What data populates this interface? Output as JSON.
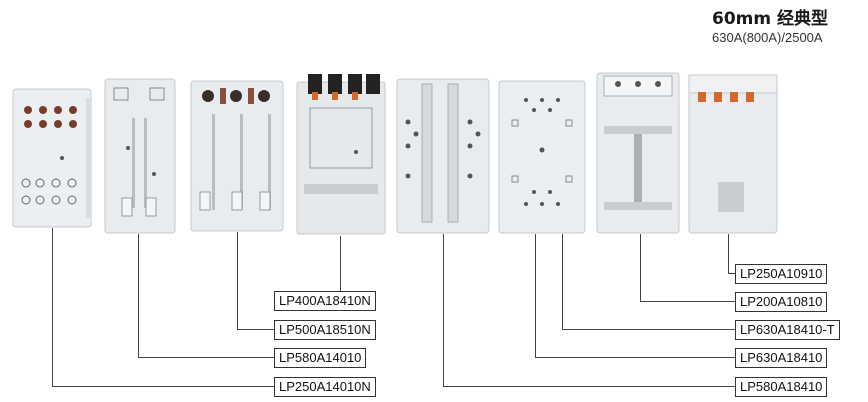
{
  "heading": {
    "title": "60mm 经典型",
    "subtitle": "630A(800A)/2500A"
  },
  "products": [
    {
      "code": "LP250A14010N"
    },
    {
      "code": "LP580A14010"
    },
    {
      "code": "LP500A18510N"
    },
    {
      "code": "LP400A18410N"
    },
    {
      "code": "LP580A18410"
    },
    {
      "code": "LP630A18410"
    },
    {
      "code": "LP630A18410-T"
    },
    {
      "code": "LP200A10810"
    },
    {
      "code": "LP250A10910"
    }
  ],
  "colors": {
    "body": "#e9ecef",
    "body_edge": "#c5cad0",
    "terminal": "#8a4f3a",
    "leader": "#444444",
    "rail": "#d6d9dc"
  }
}
